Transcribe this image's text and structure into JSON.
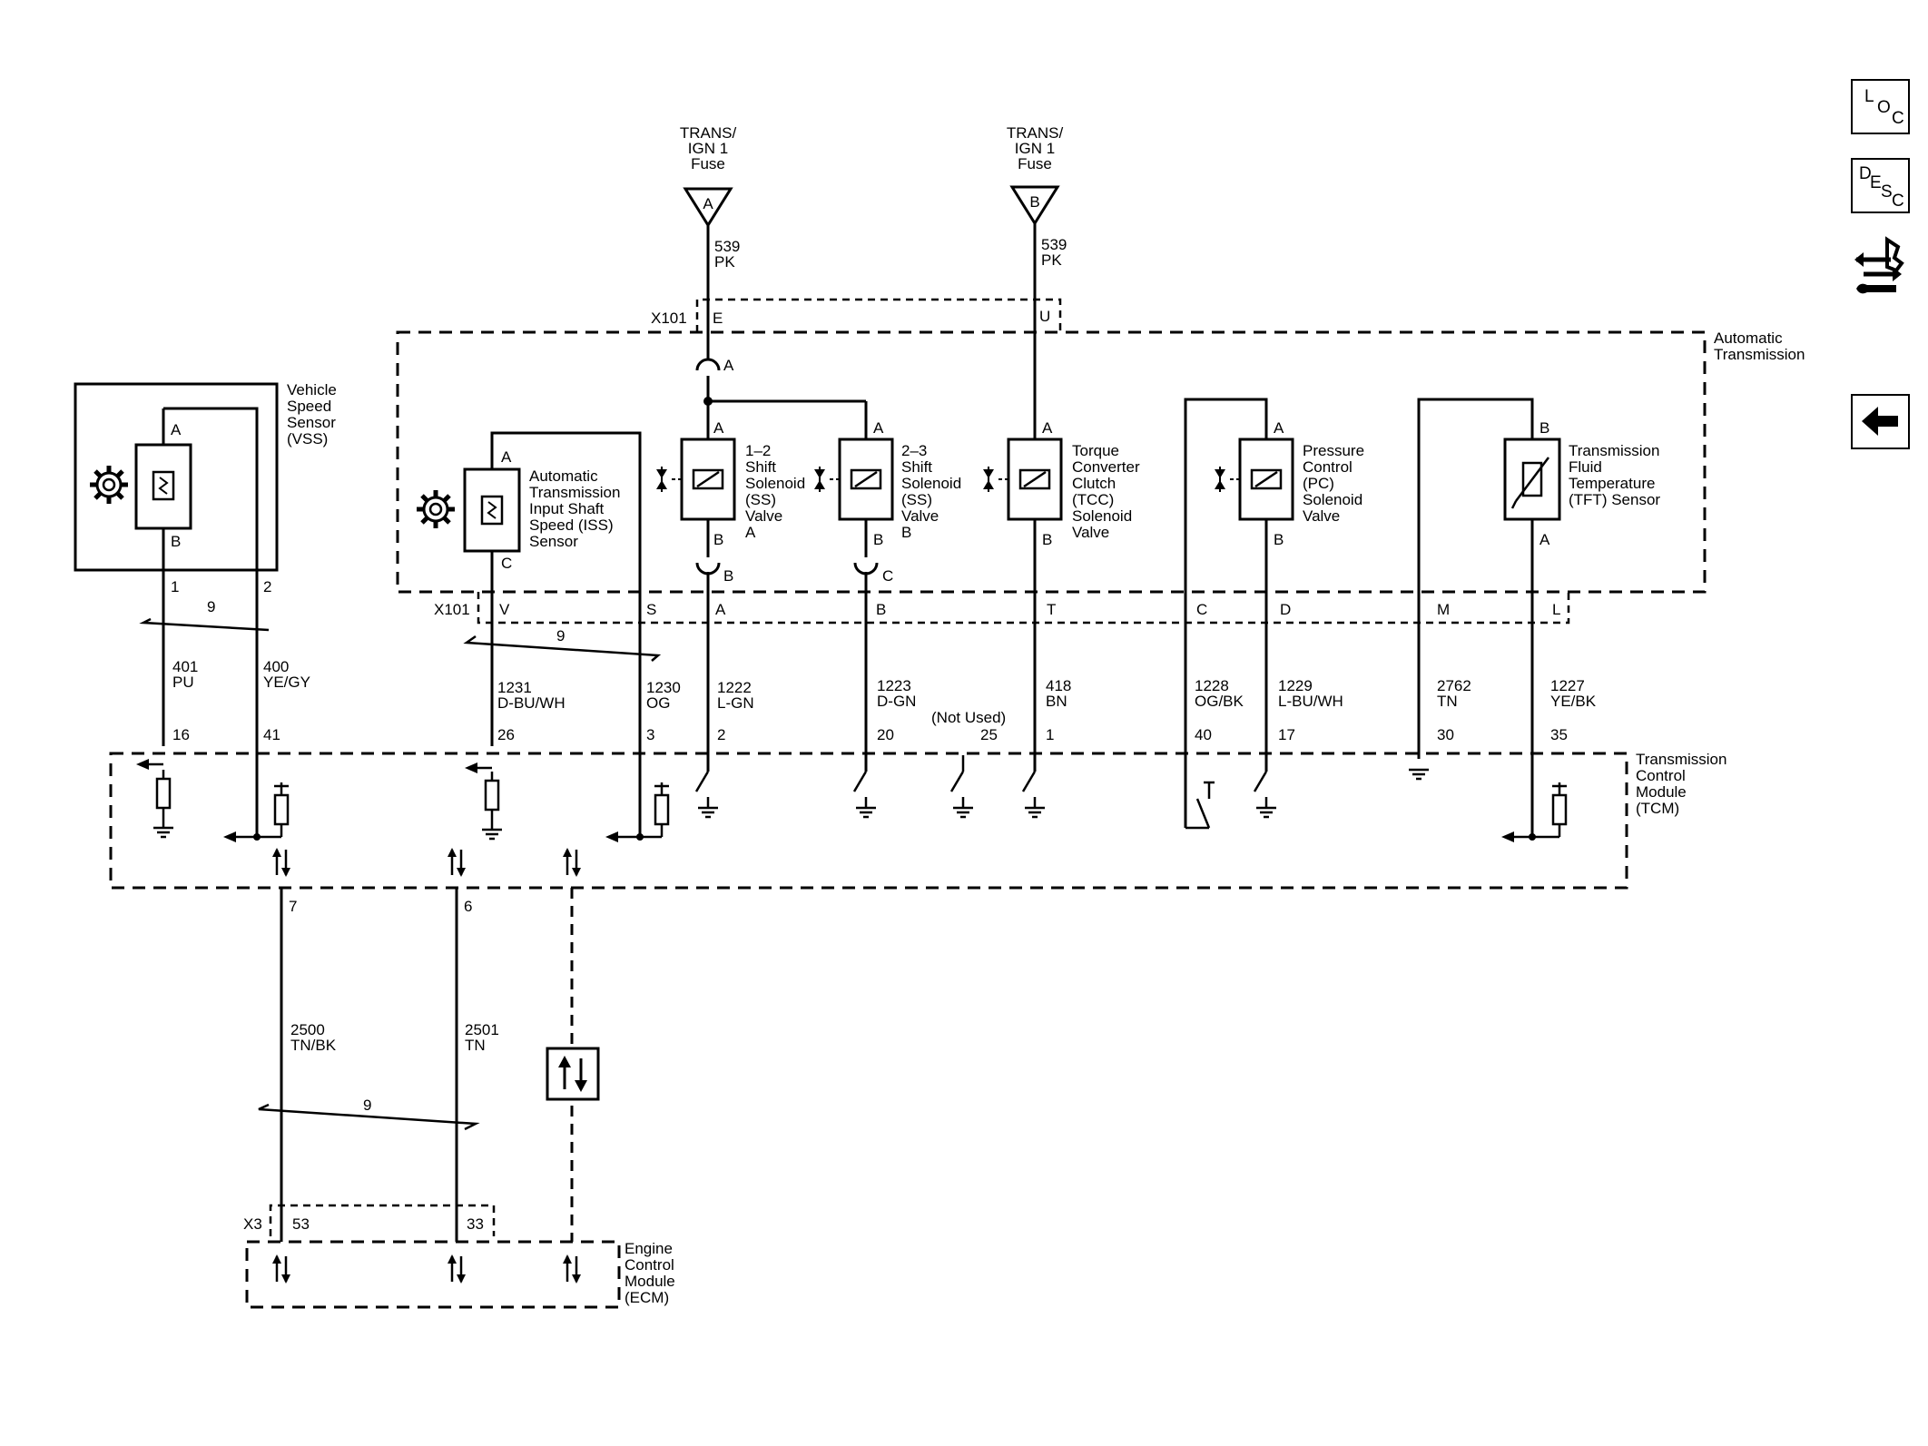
{
  "side_buttons": {
    "loc": {
      "l1": "L",
      "l2": "O",
      "l3": "C"
    },
    "desc": {
      "l1": "D",
      "l2": "E",
      "l3": "S",
      "l4": "C"
    },
    "connector_icon": "connector-pinout-icon",
    "back_icon": "left-arrow-icon"
  },
  "fuses": [
    {
      "line1": "TRANS/",
      "line2": "IGN 1",
      "line3": "Fuse",
      "letter": "A",
      "circuit": "539",
      "color": "PK"
    },
    {
      "line1": "TRANS/",
      "line2": "IGN 1",
      "line3": "Fuse",
      "letter": "B",
      "circuit": "539",
      "color": "PK"
    }
  ],
  "connector_x101": {
    "name": "X101",
    "top_pins": [
      "E",
      "U"
    ],
    "bottom_pins": [
      "V",
      "S",
      "A",
      "B",
      "T",
      "C",
      "D",
      "M",
      "L"
    ]
  },
  "automatic_transmission": {
    "line1": "Automatic",
    "line2": "Transmission"
  },
  "vss": {
    "lines": [
      "Vehicle",
      "Speed",
      "Sensor",
      "(VSS)"
    ],
    "pin_top": "A",
    "pin_bottom": "B",
    "pins": [
      "1",
      "2"
    ]
  },
  "iss": {
    "lines": [
      "Automatic",
      "Transmission",
      "Input Shaft",
      "Speed (ISS)",
      "Sensor"
    ],
    "pin_top": "A",
    "pin_bottom": "C"
  },
  "ss12": {
    "lines": [
      "1–2",
      "Shift",
      "Solenoid",
      "(SS)",
      "Valve",
      "A"
    ],
    "pin_top": "A",
    "pin_bottom": "B",
    "inline_pins": [
      "A",
      "B"
    ]
  },
  "ss23": {
    "lines": [
      "2–3",
      "Shift",
      "Solenoid",
      "(SS)",
      "Valve",
      "B"
    ],
    "pin_top": "A",
    "pin_bottom": "B",
    "inline_pin": "C"
  },
  "tcc": {
    "lines": [
      "Torque",
      "Converter",
      "Clutch",
      "(TCC)",
      "Solenoid",
      "Valve"
    ],
    "pin_top": "A",
    "pin_bottom": "B"
  },
  "pc": {
    "lines": [
      "Pressure",
      "Control",
      "(PC)",
      "Solenoid",
      "Valve"
    ],
    "pin_top": "A",
    "pin_bottom": "B"
  },
  "tft": {
    "lines": [
      "Transmission",
      "Fluid",
      "Temperature",
      "(TFT) Sensor"
    ],
    "pin_top": "B",
    "pin_bottom": "A"
  },
  "twist_count": "9",
  "wires": [
    {
      "circuit": "401",
      "color": "PU",
      "pin": "16"
    },
    {
      "circuit": "400",
      "color": "YE/GY",
      "pin": "41"
    },
    {
      "circuit": "1231",
      "color": "D-BU/WH",
      "pin": "26"
    },
    {
      "circuit": "1230",
      "color": "OG",
      "pin": "3"
    },
    {
      "circuit": "1222",
      "color": "L-GN",
      "pin": "2"
    },
    {
      "circuit": "1223",
      "color": "D-GN",
      "pin": "20"
    },
    {
      "circuit": "(Not Used)",
      "color": "",
      "pin": "25"
    },
    {
      "circuit": "418",
      "color": "BN",
      "pin": "1"
    },
    {
      "circuit": "1228",
      "color": "OG/BK",
      "pin": "40"
    },
    {
      "circuit": "1229",
      "color": "L-BU/WH",
      "pin": "17"
    },
    {
      "circuit": "2762",
      "color": "TN",
      "pin": "30"
    },
    {
      "circuit": "1227",
      "color": "YE/BK",
      "pin": "35"
    }
  ],
  "tcm": {
    "lines": [
      "Transmission",
      "Control",
      "Module",
      "(TCM)"
    ],
    "data_pins": [
      "7",
      "6"
    ]
  },
  "data_wires": [
    {
      "circuit": "2500",
      "color": "TN/BK"
    },
    {
      "circuit": "2501",
      "color": "TN"
    }
  ],
  "connector_x3": {
    "name": "X3",
    "pins": [
      "53",
      "33"
    ]
  },
  "ecm": {
    "lines": [
      "Engine",
      "Control",
      "Module",
      "(ECM)"
    ]
  }
}
